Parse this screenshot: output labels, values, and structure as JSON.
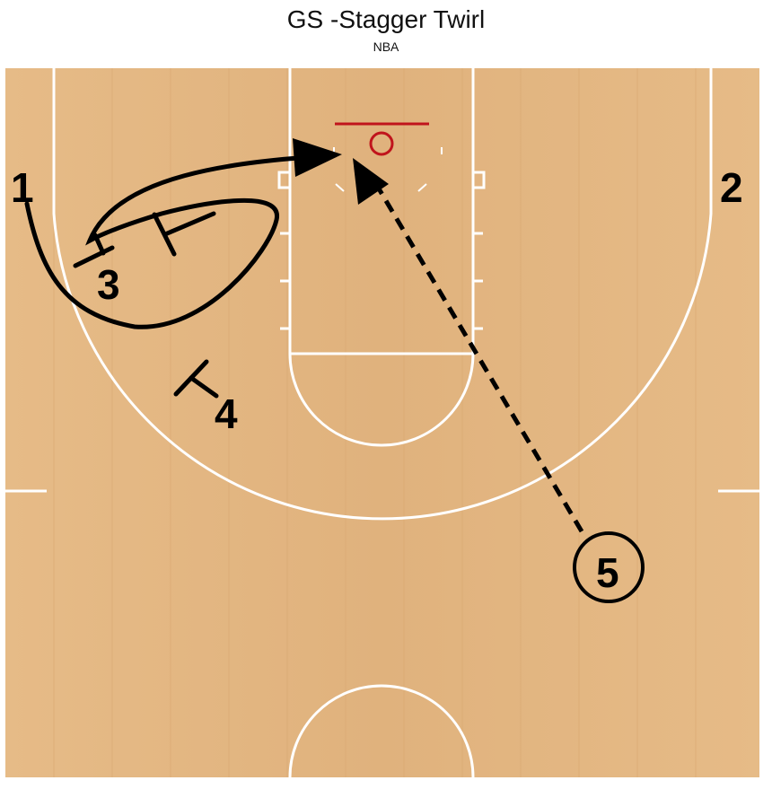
{
  "title": "GS -Stagger Twirl",
  "subtitle": "NBA",
  "colors": {
    "court_wood": "#e3b783",
    "court_line": "#ffffff",
    "rim": "#c0141c",
    "ink": "#000000"
  },
  "players": [
    {
      "id": "p1",
      "label": "1"
    },
    {
      "id": "p2",
      "label": "2"
    },
    {
      "id": "p3",
      "label": "3"
    },
    {
      "id": "p4",
      "label": "4"
    },
    {
      "id": "p5",
      "label": "5",
      "circled": true
    }
  ],
  "actions": [
    {
      "id": "cut-1",
      "type": "cut",
      "player": "1"
    },
    {
      "id": "cut-5",
      "type": "dashed-cut",
      "player": "5"
    },
    {
      "id": "screen-3a",
      "type": "screen",
      "player": "3"
    },
    {
      "id": "screen-3b",
      "type": "screen",
      "player": "3"
    },
    {
      "id": "screen-4",
      "type": "screen",
      "player": "4"
    }
  ]
}
